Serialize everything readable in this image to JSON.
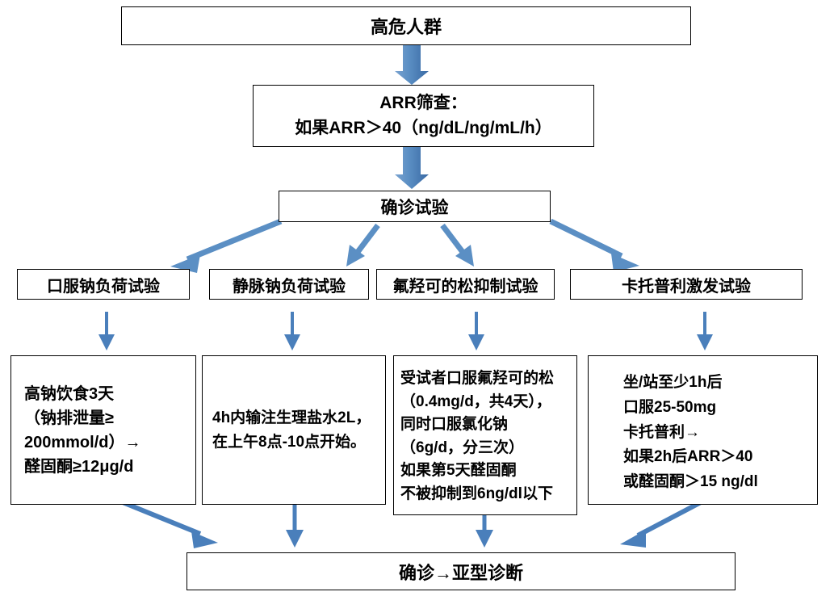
{
  "diagram": {
    "title_node": {
      "label": "高危人群"
    },
    "screening_node": {
      "label": "ARR筛查：\n如果ARR＞40（ng/dL/ng/mL/h）"
    },
    "confirm_node": {
      "label": "确诊试验"
    },
    "tests": [
      {
        "label": "口服钠负荷试验"
      },
      {
        "label": "静脉钠负荷试验"
      },
      {
        "label": "氟羟可的松抑制试验"
      },
      {
        "label": "卡托普利激发试验"
      }
    ],
    "details": [
      {
        "label": "高钠饮食3天\n（钠排泄量≥\n200mmol/d）→\n醛固酮≥12μg/d"
      },
      {
        "label": "4h内输注生理盐水2L，\n在上午8点-10点开始。"
      },
      {
        "label": "受试者口服氟羟可的松\n（0.4mg/d，共4天），\n同时口服氯化钠\n（6g/d，分三次）\n如果第5天醛固酮\n不被抑制到6ng/dl以下"
      },
      {
        "label": "坐/站至少1h后\n口服25-50mg\n卡托普利→\n如果2h后ARR＞40\n或醛固酮＞15  ng/dl"
      }
    ],
    "final_node": {
      "label": "确诊→亚型诊断"
    },
    "colors": {
      "arrow_blue": "#5B8FC4",
      "arrow_blue_dark": "#3E6FA8",
      "box_border": "#000000",
      "box_fill": "#FFFFFF",
      "text": "#000000"
    },
    "arrow_names": [
      "arrow-high-risk-to-screening",
      "arrow-screening-to-confirm",
      "arrow-confirm-to-oral-sodium",
      "arrow-confirm-to-iv-sodium",
      "arrow-confirm-to-fludrocortisone",
      "arrow-confirm-to-captopril",
      "arrow-oral-sodium-to-detail",
      "arrow-iv-sodium-to-detail",
      "arrow-fludrocortisone-to-detail",
      "arrow-captopril-to-detail",
      "arrow-detail1-to-final",
      "arrow-detail2-to-final",
      "arrow-detail3-to-final",
      "arrow-detail4-to-final"
    ]
  }
}
